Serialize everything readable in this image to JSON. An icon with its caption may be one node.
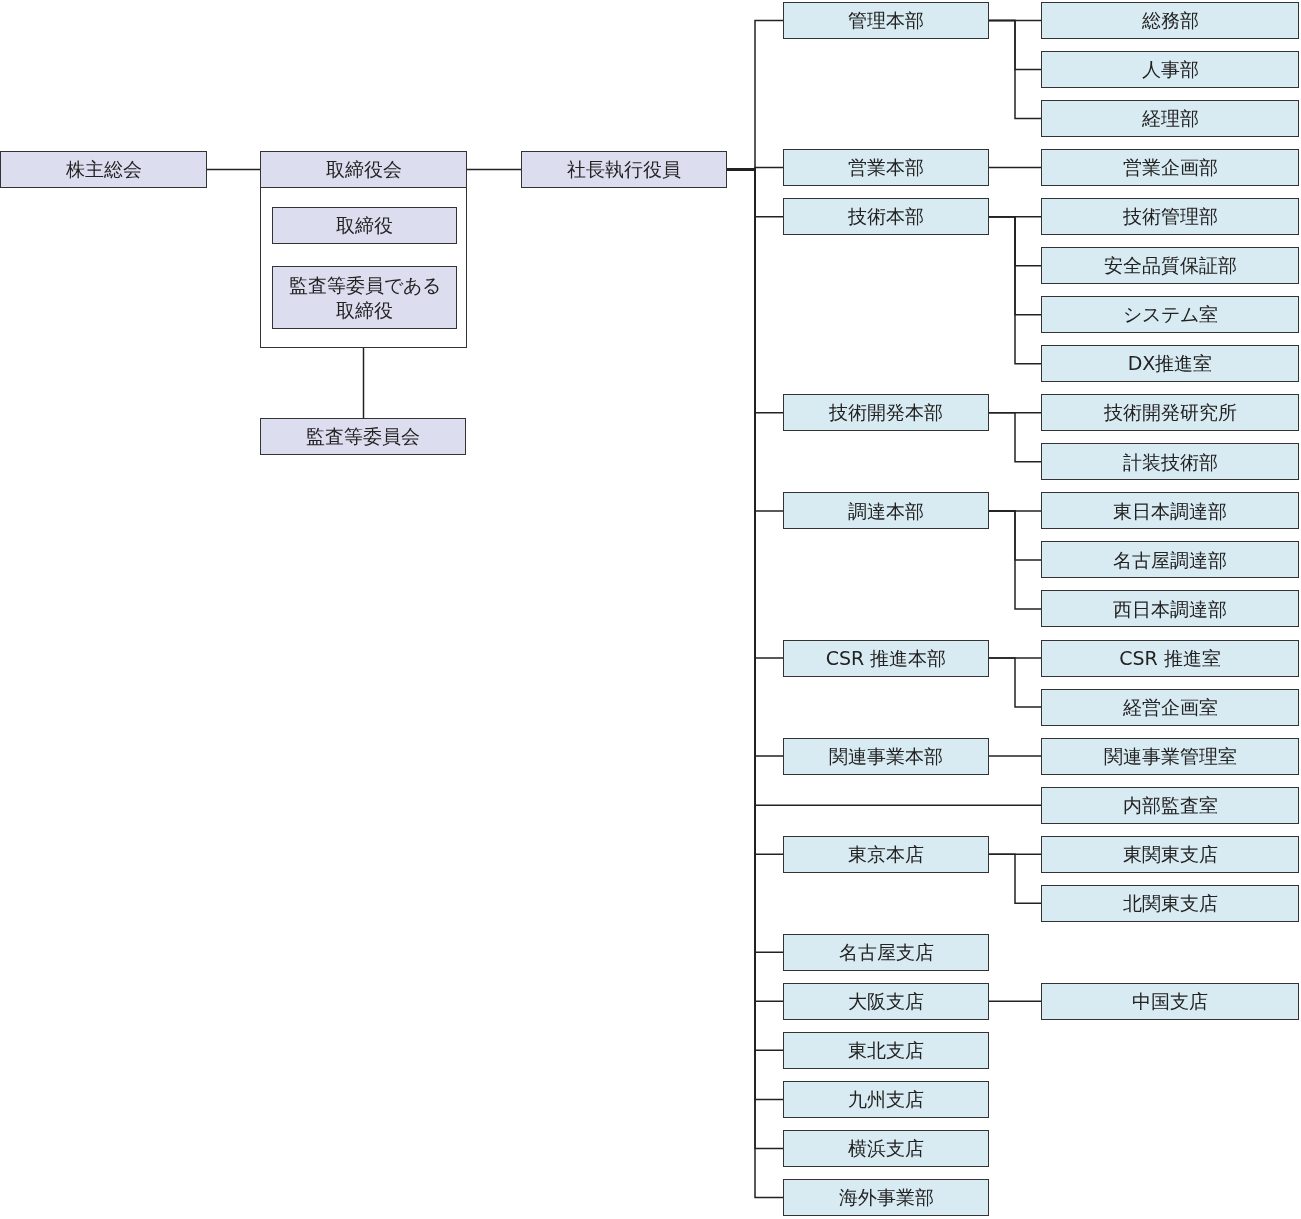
{
  "diagram": {
    "nodes": [
      {
        "text": [
          "株主総会"
        ]
      },
      {
        "text": [
          "取締役会"
        ]
      },
      {
        "text": [
          "取締役"
        ],
        "in": 1
      },
      {
        "text": [
          "監査等委員である取締役"
        ],
        "in": 1
      },
      {
        "text": [
          "監査等委員会"
        ]
      },
      {
        "text": [
          "社長執行役員"
        ]
      },
      {
        "text": [
          "管理本部"
        ]
      },
      {
        "text": [
          "総務部"
        ]
      },
      {
        "text": [
          "人事部"
        ]
      },
      {
        "text": [
          "経理部"
        ]
      },
      {
        "text": [
          "営業本部"
        ]
      },
      {
        "text": [
          "営業企画部"
        ]
      },
      {
        "text": [
          "技術本部"
        ]
      },
      {
        "text": [
          "技術管理部"
        ]
      },
      {
        "text": [
          "安全品質保証部"
        ]
      },
      {
        "text": [
          "システム室"
        ]
      },
      {
        "text": [
          "DX推進室"
        ]
      },
      {
        "text": [
          "技術開発本部"
        ]
      },
      {
        "text": [
          "技術開発研究所"
        ]
      },
      {
        "text": [
          "計装技術部"
        ]
      },
      {
        "text": [
          "調達本部"
        ]
      },
      {
        "text": [
          "東日本調達部"
        ]
      },
      {
        "text": [
          "名古屋調達部"
        ]
      },
      {
        "text": [
          "西日本調達部"
        ]
      },
      {
        "text": [
          "CSR 推進本部"
        ]
      },
      {
        "text": [
          "CSR 推進室"
        ]
      },
      {
        "text": [
          "経営企画室"
        ]
      },
      {
        "text": [
          "関連事業本部"
        ]
      },
      {
        "text": [
          "関連事業管理室"
        ]
      },
      {
        "text": [
          "内部監査室"
        ]
      },
      {
        "text": [
          "東京本店"
        ]
      },
      {
        "text": [
          "東関東支店"
        ]
      },
      {
        "text": [
          "北関東支店"
        ]
      },
      {
        "text": [
          "名古屋支店"
        ]
      },
      {
        "text": [
          "大阪支店"
        ]
      },
      {
        "text": [
          "中国支店"
        ]
      },
      {
        "text": [
          "東北支店"
        ]
      },
      {
        "text": [
          "九州支店"
        ]
      },
      {
        "text": [
          "横浜支店"
        ]
      },
      {
        "text": [
          "海外事業部"
        ]
      }
    ],
    "edges": [
      {
        "from": 0,
        "to": 1,
        "arrow": "none"
      },
      {
        "from": 1,
        "to": 5,
        "arrow": "none"
      },
      {
        "from": 3,
        "to": 4,
        "arrow": "none"
      },
      {
        "from": 5,
        "to": 6,
        "arrow": "none"
      },
      {
        "from": 6,
        "to": 7,
        "arrow": "none"
      },
      {
        "from": 6,
        "to": 8,
        "arrow": "none"
      },
      {
        "from": 6,
        "to": 9,
        "arrow": "none"
      },
      {
        "from": 5,
        "to": 10,
        "arrow": "none"
      },
      {
        "from": 10,
        "to": 11,
        "arrow": "none"
      },
      {
        "from": 5,
        "to": 12,
        "arrow": "none"
      },
      {
        "from": 12,
        "to": 13,
        "arrow": "none"
      },
      {
        "from": 12,
        "to": 14,
        "arrow": "none"
      },
      {
        "from": 12,
        "to": 15,
        "arrow": "none"
      },
      {
        "from": 12,
        "to": 16,
        "arrow": "none"
      },
      {
        "from": 5,
        "to": 17,
        "arrow": "none"
      },
      {
        "from": 17,
        "to": 18,
        "arrow": "none"
      },
      {
        "from": 17,
        "to": 19,
        "arrow": "none"
      },
      {
        "from": 5,
        "to": 20,
        "arrow": "none"
      },
      {
        "from": 20,
        "to": 21,
        "arrow": "none"
      },
      {
        "from": 20,
        "to": 22,
        "arrow": "none"
      },
      {
        "from": 20,
        "to": 23,
        "arrow": "none"
      },
      {
        "from": 5,
        "to": 24,
        "arrow": "none"
      },
      {
        "from": 24,
        "to": 25,
        "arrow": "none"
      },
      {
        "from": 24,
        "to": 26,
        "arrow": "none"
      },
      {
        "from": 5,
        "to": 27,
        "arrow": "none"
      },
      {
        "from": 27,
        "to": 28,
        "arrow": "none"
      },
      {
        "from": 5,
        "to": 29,
        "arrow": "none"
      },
      {
        "from": 5,
        "to": 30,
        "arrow": "none"
      },
      {
        "from": 30,
        "to": 31,
        "arrow": "none"
      },
      {
        "from": 30,
        "to": 32,
        "arrow": "none"
      },
      {
        "from": 5,
        "to": 33,
        "arrow": "none"
      },
      {
        "from": 5,
        "to": 34,
        "arrow": "none"
      },
      {
        "from": 34,
        "to": 35,
        "arrow": "none"
      },
      {
        "from": 5,
        "to": 36,
        "arrow": "none"
      },
      {
        "from": 5,
        "to": 37,
        "arrow": "none"
      },
      {
        "from": 5,
        "to": 38,
        "arrow": "none"
      },
      {
        "from": 5,
        "to": 39,
        "arrow": "none"
      }
    ]
  }
}
